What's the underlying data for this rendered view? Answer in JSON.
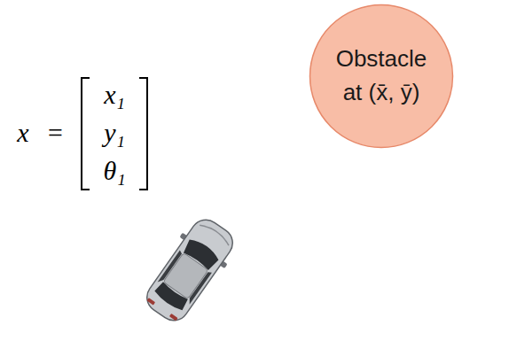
{
  "diagram": {
    "nodes": [
      {
        "text": [
          "Obstacle at (x̄, ȳ)"
        ]
      }
    ],
    "labels": [
      "x",
      "=",
      "x₁",
      "y₁",
      "θ₁"
    ]
  }
}
